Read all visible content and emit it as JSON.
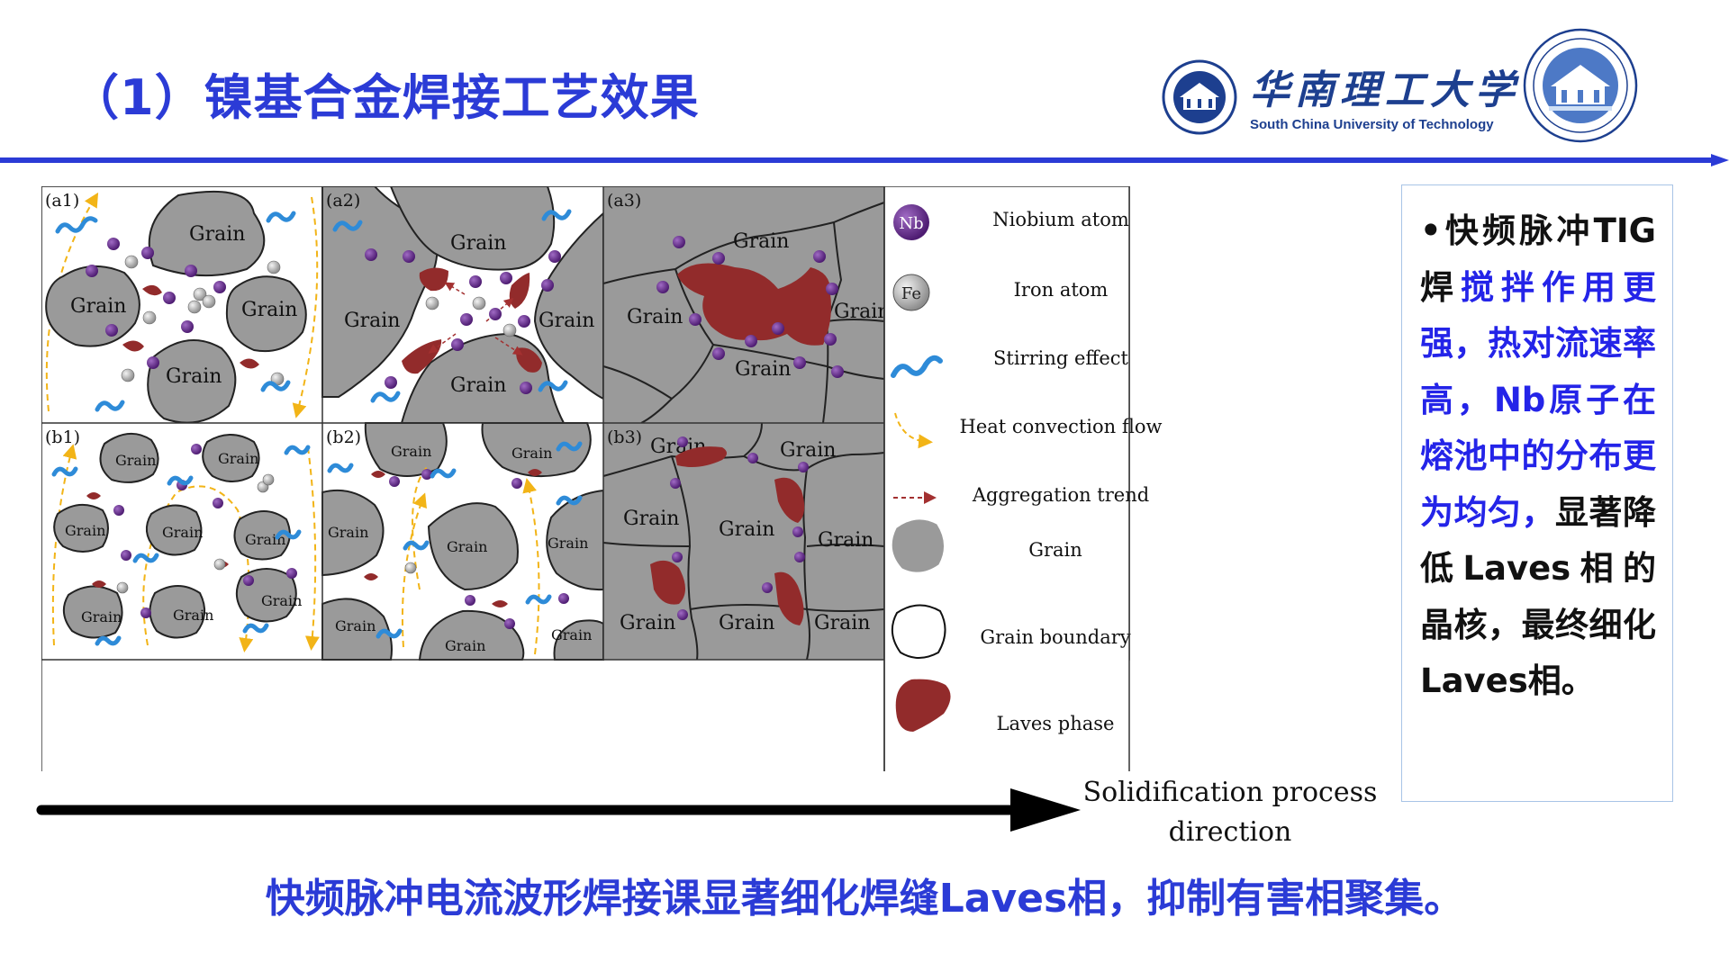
{
  "header": {
    "title": "（1）镍基合金焊接工艺效果",
    "university_cn": "华南理工大学",
    "university_en": "South China University of Technology"
  },
  "figure": {
    "panel_labels": [
      "(a1)",
      "(a2)",
      "(a3)",
      "(b1)",
      "(b2)",
      "(b3)"
    ],
    "grain_label": "Grain",
    "nb_symbol": "Nb",
    "fe_symbol": "Fe",
    "legend": [
      {
        "key": "niobium",
        "label": "Niobium atom"
      },
      {
        "key": "iron",
        "label": "Iron atom"
      },
      {
        "key": "stirring",
        "label": "Stirring effect"
      },
      {
        "key": "heat",
        "label": "Heat convection flow"
      },
      {
        "key": "aggregation",
        "label": "Aggregation trend"
      },
      {
        "key": "grain",
        "label": "Grain"
      },
      {
        "key": "boundary",
        "label": "Grain boundary"
      },
      {
        "key": "laves",
        "label": "Laves phase"
      }
    ],
    "arrow_label_line1": "Solidification process",
    "arrow_label_line2": "direction"
  },
  "sidebar": {
    "bullet": "•",
    "text_black_1": "快频脉冲TIG焊",
    "text_blue": "搅拌作用更强，热对流速率高，Nb原子在熔池中的分布更为均匀，",
    "text_black_2": "显著降低Laves相的晶核，最终细化Laves相。"
  },
  "caption": "快频脉冲电流波形焊接课显著细化焊缝Laves相，抑制有害相聚集。",
  "colors": {
    "title_blue": "#2B3BD6",
    "highlight_blue": "#2424E8",
    "rule_blue": "#2B3BD6",
    "grain_gray": "#9A9A9A",
    "laves_red": "#922B2B",
    "nb_purple": "#6B2D91",
    "stir_blue": "#2E8BD8",
    "heat_yellow": "#F2B417",
    "logo_navy": "#1D3F8F"
  }
}
